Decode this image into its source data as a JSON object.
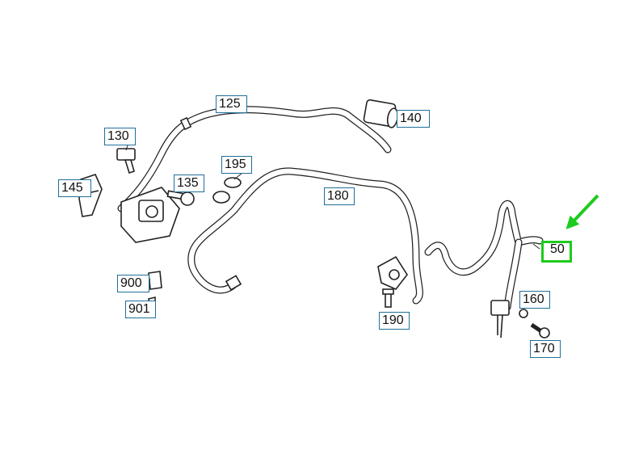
{
  "highlight": {
    "color": "#1ecb1e",
    "part": "50"
  },
  "callout_color": "#1f6f9a",
  "callouts": {
    "p125": "125",
    "p130": "130",
    "p135": "135",
    "p140": "140",
    "p145": "145",
    "p160": "160",
    "p170": "170",
    "p180": "180",
    "p190": "190",
    "p195": "195",
    "p50": "50",
    "p900": "900",
    "p901": "901"
  }
}
